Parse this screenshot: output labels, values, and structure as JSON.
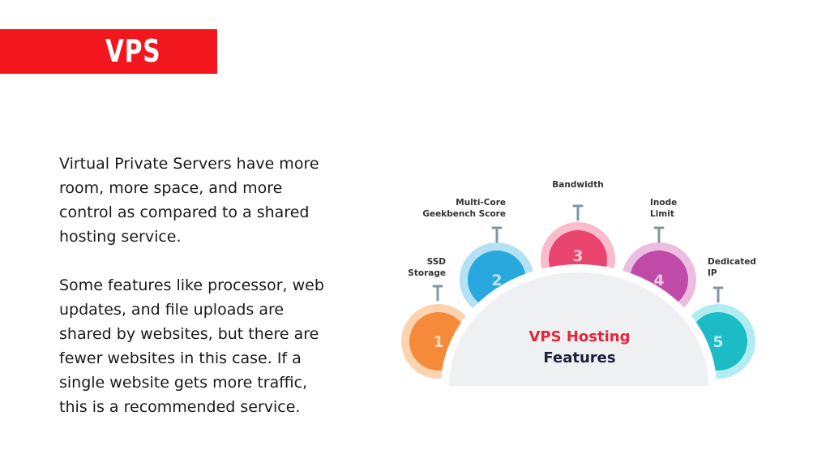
{
  "header": {
    "title": "VPS"
  },
  "content": {
    "paragraph_1": "Virtual Private Servers have more room, more space, and more control as compared to a shared hosting service.",
    "paragraph_2": "Some features like processor, web updates, and file uploads are shared by websites, but there are fewer websites in this case. If a single website gets more traffic, this is a recommended service."
  },
  "infographic": {
    "center_line_1": "VPS Hosting",
    "center_line_2": "Features",
    "features": [
      {
        "number": "1",
        "label_1": "SSD",
        "label_2": "Storage",
        "color": "#f58b3a",
        "ring": "#fcd3ae"
      },
      {
        "number": "2",
        "label_1": "Multi-Core",
        "label_2": "Geekbench Score",
        "color": "#29a8dd",
        "ring": "#b4e2f4"
      },
      {
        "number": "3",
        "label_1": "Bandwidth",
        "label_2": "",
        "color": "#e9456f",
        "ring": "#f8bccb"
      },
      {
        "number": "4",
        "label_1": "Inode",
        "label_2": "Limit",
        "color": "#c04aa8",
        "ring": "#ebbde0"
      },
      {
        "number": "5",
        "label_1": "Dedicated",
        "label_2": "IP",
        "color": "#1cbcc6",
        "ring": "#b2ecf0"
      }
    ],
    "colors": {
      "center": "#eef0f2",
      "center_edge": "#ffffff",
      "connector": "#7f97a2"
    }
  }
}
